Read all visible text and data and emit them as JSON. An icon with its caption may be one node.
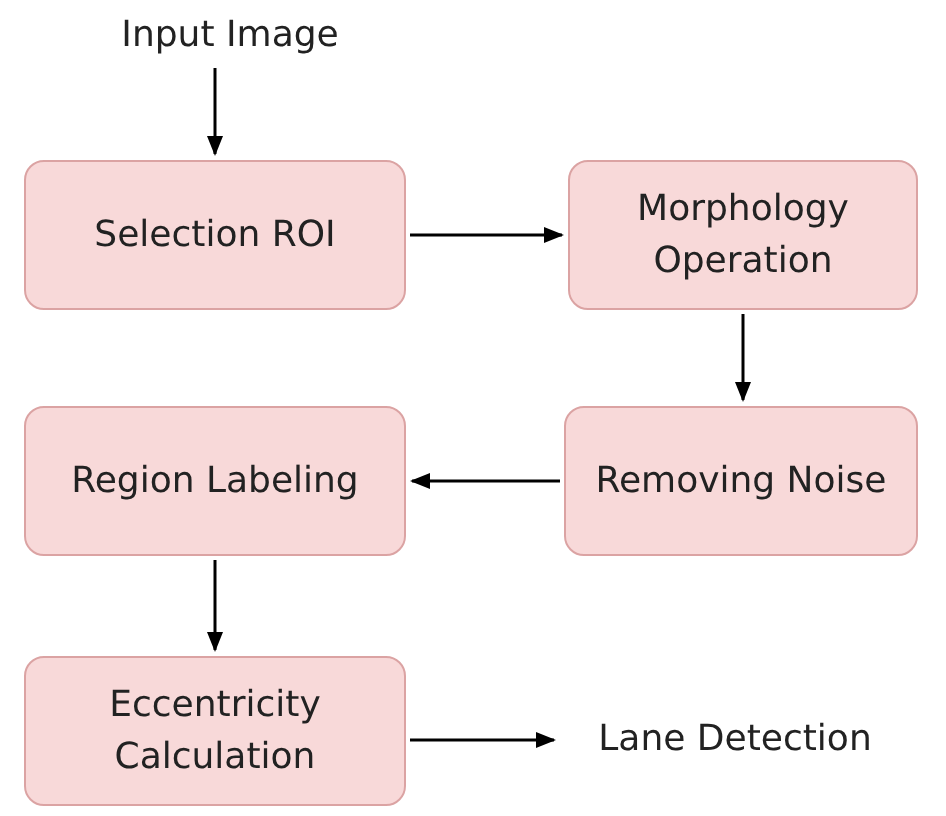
{
  "diagram": {
    "nodes": [
      {
        "text": [
          "Input Image"
        ]
      },
      {
        "text": [
          "Selection ROI"
        ]
      },
      {
        "text": [
          "Morphology Operation"
        ]
      },
      {
        "text": [
          "Removing Noise"
        ]
      },
      {
        "text": [
          "Region Labeling"
        ]
      },
      {
        "text": [
          "Eccentricity Calculation"
        ]
      },
      {
        "text": [
          "Lane Detection"
        ]
      }
    ],
    "edges": [
      {
        "from": 0,
        "to": 1,
        "arrow": "to"
      },
      {
        "from": 1,
        "to": 2,
        "arrow": "to"
      },
      {
        "from": 2,
        "to": 3,
        "arrow": "to"
      },
      {
        "from": 3,
        "to": 4,
        "arrow": "to"
      },
      {
        "from": 4,
        "to": 5,
        "arrow": "to"
      },
      {
        "from": 5,
        "to": 6,
        "arrow": "to"
      }
    ]
  }
}
